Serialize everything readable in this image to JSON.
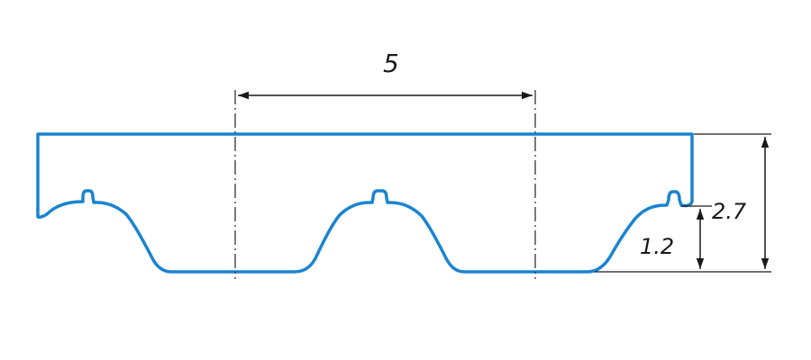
{
  "dimensions": {
    "pitch": "5",
    "total_height": "2.7",
    "tooth_height": "1.2"
  },
  "colors": {
    "profile": "#1a84d0",
    "dimension_lines": "#1a1a1a",
    "centerlines": "#333333",
    "background": "#ffffff"
  }
}
